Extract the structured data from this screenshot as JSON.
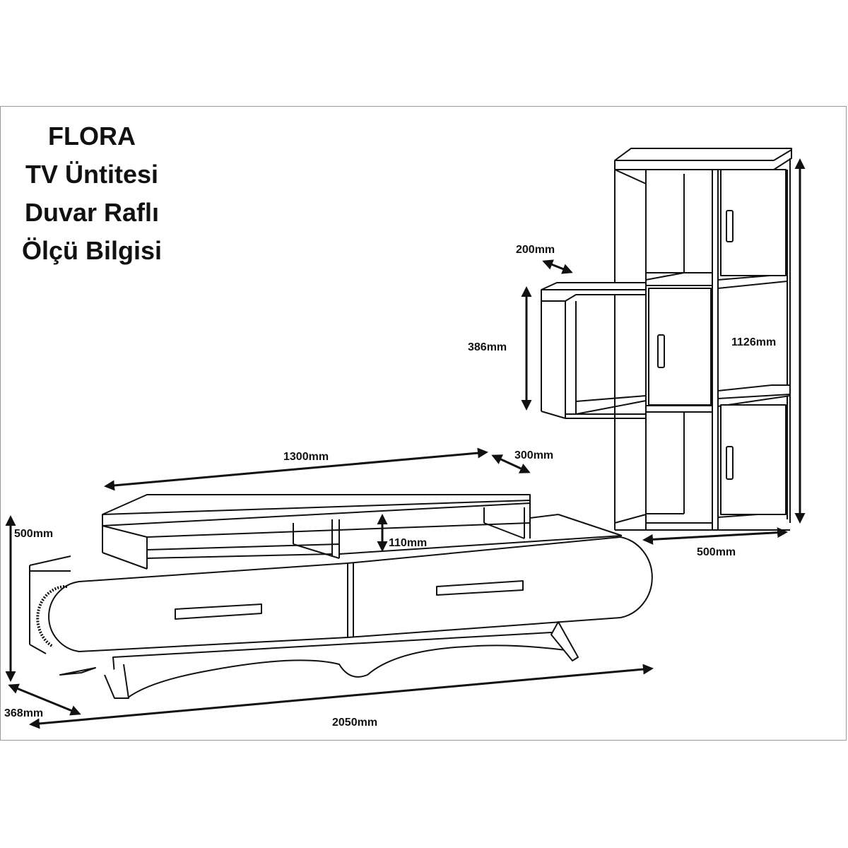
{
  "title": {
    "line1": "FLORA",
    "line2": "TV Üntitesi",
    "line3": "Duvar Raflı",
    "line4": "Ölçü Bilgisi"
  },
  "dimensions": {
    "shelf_depth": "200mm",
    "shelf_height": "386mm",
    "shelf_unit_height": "1126mm",
    "shelf_unit_width": "500mm",
    "top_width": "1300mm",
    "top_depth": "300mm",
    "tv_height": "500mm",
    "niche_height": "110mm",
    "tv_depth": "368mm",
    "tv_width": "2050mm"
  }
}
